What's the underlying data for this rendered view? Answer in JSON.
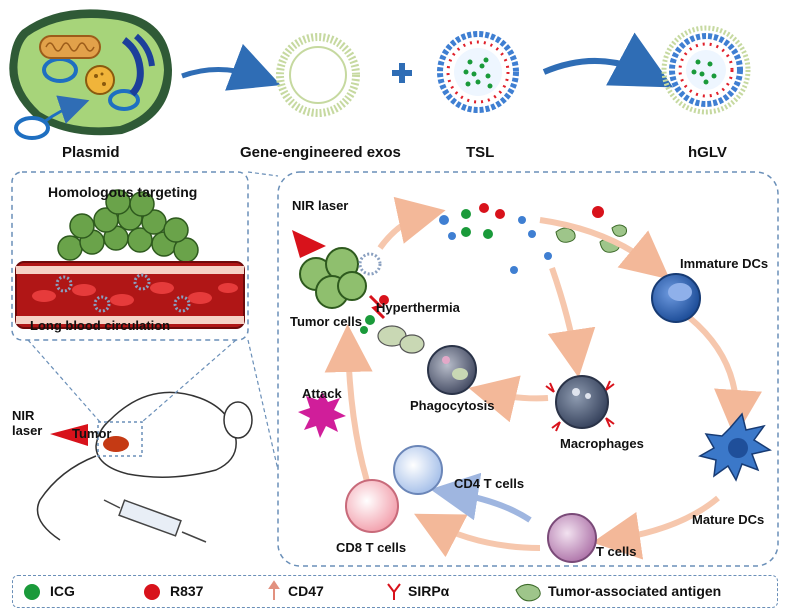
{
  "top_row": {
    "plasmid": "Plasmid",
    "exos": "Gene-engineered  exos",
    "tsl": "TSL",
    "hglv": "hGLV"
  },
  "left_panel": {
    "homologous": "Homologous targeting",
    "blood": "Long blood circulation",
    "nir": "NIR",
    "laser": "laser",
    "tumor": "Tumor"
  },
  "cycle": {
    "nir_laser": "NIR laser",
    "tumor_cells": "Tumor cells",
    "hyperthermia": "Hyperthermia",
    "immature_dcs": "Immature DCs",
    "phagocytosis": "Phagocytosis",
    "macrophages": "Macrophages",
    "attack": "Attack",
    "cd4": "CD4  T cells",
    "cd8": "CD8  T cells",
    "t_cells": "T cells",
    "mature_dcs": "Mature DCs"
  },
  "legend": {
    "icg": "ICG",
    "r837": "R837",
    "cd47": "CD47",
    "sirpa": "SIRPα",
    "antigen": "Tumor-associated antigen"
  },
  "colors": {
    "green": "#1a9a3a",
    "red": "#d8121b",
    "blue_arrow": "#2f6db5",
    "salmon_arrow": "#f6c7ad",
    "vessel": "#c81e1e",
    "tumor_green": "#5f9e3e",
    "dash": "#6a8fb8"
  }
}
